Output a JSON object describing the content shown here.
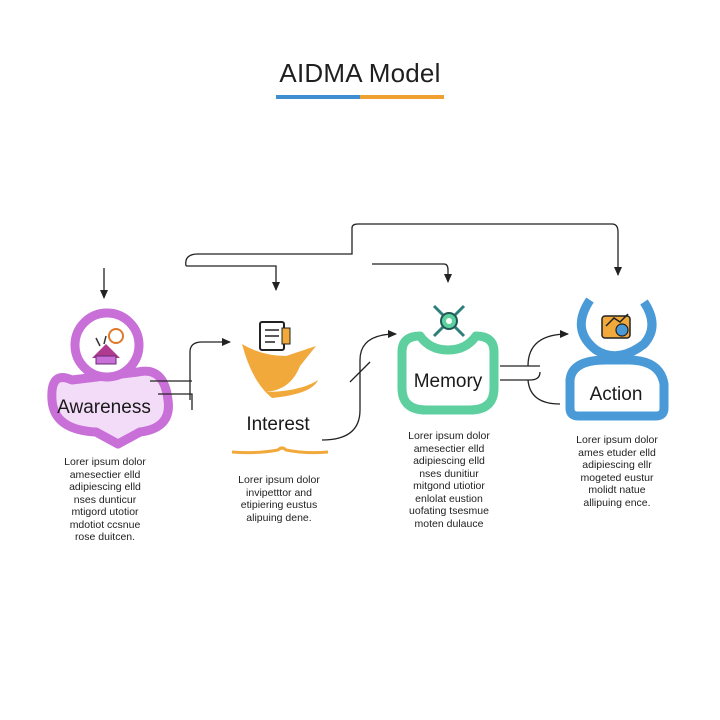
{
  "title": "AIDMA Model",
  "colors": {
    "awareness": "#c86fd8",
    "awareness_light": "#f3dcf7",
    "interest": "#f2a93b",
    "memory": "#5ecf9f",
    "action": "#4a9ad8",
    "rule_blue": "#3f8fd0",
    "rule_orange": "#f0a030",
    "arrow": "#222222"
  },
  "stages": [
    {
      "key": "awareness",
      "label": "Awareness",
      "icon": "gear-house-icon",
      "description": "Lorer ipsum dolor\namesectier elld\nadipiescing elld\nnses dunticur\nmtigord utotior\nmdotiot ccsnue\nrose duitcen."
    },
    {
      "key": "interest",
      "label": "Interest",
      "icon": "clipboard-icon",
      "description": "Lorer ipsum dolor\ninvipetttor and\netipiering eustus\nalipuing dene."
    },
    {
      "key": "memory",
      "label": "Memory",
      "icon": "gear-tools-icon",
      "description": "Lorer ipsum dolor\namesectier elld\nadipiescing elld\nnses dunitiur\nmitgond utiotior\nenlolat eustion\nuofating tsesmue\nmoten dulauce"
    },
    {
      "key": "action",
      "label": "Action",
      "icon": "chart-coin-icon",
      "description": "Lorer ipsum dolor\names etuder elld\nadipiescing ellr\nmogeted eustur\nmolidt natue\nallipuing ence."
    }
  ]
}
